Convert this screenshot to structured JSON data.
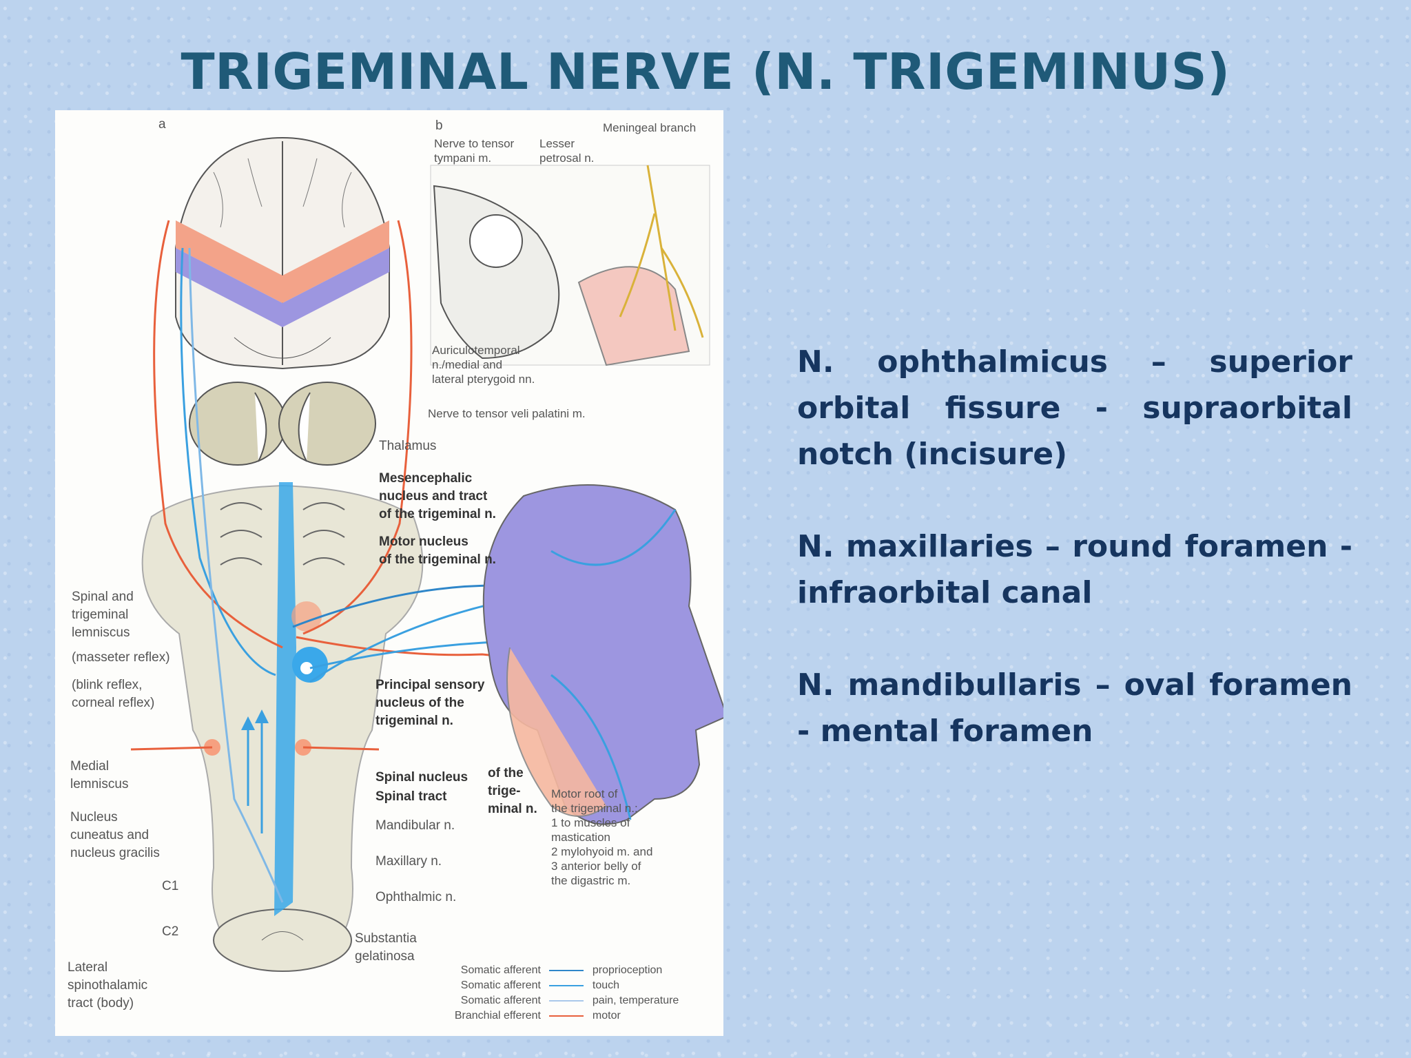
{
  "title": "TRIGEMINAL NERVE (N. TRIGEMINUS)",
  "figure": {
    "panel_a": "a",
    "panel_b": "b",
    "labels_b": {
      "nerve_tensor_tympani": "Nerve to tensor\ntympani m.",
      "lesser_petrosal": "Lesser\npetrosal n.",
      "meningeal_branch": "Meningeal branch",
      "auriculotemporal": "Auriculotemporal\nn./medial and\nlateral pterygoid nn.",
      "tensor_veli": "Nerve to tensor veli palatini m."
    },
    "labels_a": {
      "thalamus": "Thalamus",
      "mesencephalic": "Mesencephalic\nnucleus and tract\nof the trigeminal n.",
      "motor_nucleus": "Motor nucleus\nof the trigeminal n.",
      "spinal_lemniscus": "Spinal and\ntrigeminal\nlemniscus",
      "masseter": "(masseter reflex)",
      "blink": "(blink reflex,\ncorneal reflex)",
      "principal_sensory": "Principal sensory\nnucleus of the\ntrigeminal n.",
      "medial_lemniscus": "Medial\nlemniscus",
      "spinal_nucleus": "Spinal nucleus",
      "spinal_tract": "Spinal tract",
      "of_the_trigeminal": "of the\ntrige-\nminal n.",
      "nucleus_cuneatus": "Nucleus\ncuneatus and\nnucleus gracilis",
      "mandibular": "Mandibular n.",
      "maxillary": "Maxillary n.",
      "ophthalmic": "Ophthalmic n.",
      "c1": "C1",
      "c2": "C2",
      "substantia": "Substantia\ngelatinosa",
      "lateral_spinothalamic": "Lateral\nspinothalamic\ntract (body)",
      "motor_root": "Motor root of\nthe trigeminal n.:\n1  to muscles of\n    mastication\n2  mylohyoid m. and\n3  anterior belly of\n    the digastric m."
    },
    "legend": [
      {
        "left": "Somatic afferent",
        "right": "proprioception",
        "color": "#2e86c9"
      },
      {
        "left": "Somatic afferent",
        "right": "touch",
        "color": "#3aa0e0"
      },
      {
        "left": "Somatic afferent",
        "right": "pain, temperature",
        "color": "#a9c8ea"
      },
      {
        "left": "Branchial efferent",
        "right": "motor",
        "color": "#e8603c"
      }
    ]
  },
  "points": [
    "N. ophthalmicus – superior orbital fissure - supraorbital notch (incisure)",
    "N. maxillaries – round foramen - infraorbital canal",
    "N. mandibullaris – oval foramen - mental foramen"
  ]
}
